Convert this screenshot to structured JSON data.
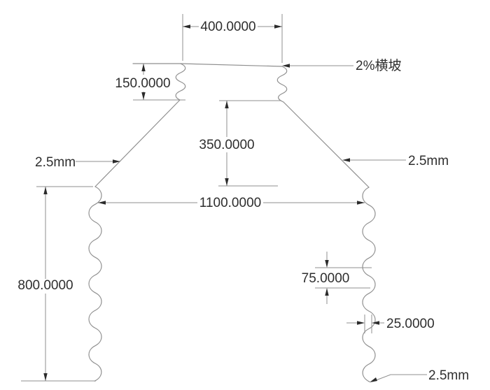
{
  "colors": {
    "line": "#8f8f8f",
    "arrow": "#2b2b2b",
    "text": "#2e2e2e",
    "background": "#ffffff"
  },
  "dimensions": {
    "top_width": "400.0000",
    "neck_height": "150.0000",
    "mid_height": "350.0000",
    "platform_width": "1100.0000",
    "lower_height": "800.0000",
    "wave_pitch": "75.0000",
    "wave_depth": "25.0000"
  },
  "labels": {
    "cross_slope": "2%横坡",
    "thickness_left": "2.5mm",
    "thickness_right": "2.5mm",
    "thickness_bottom": "2.5mm"
  }
}
